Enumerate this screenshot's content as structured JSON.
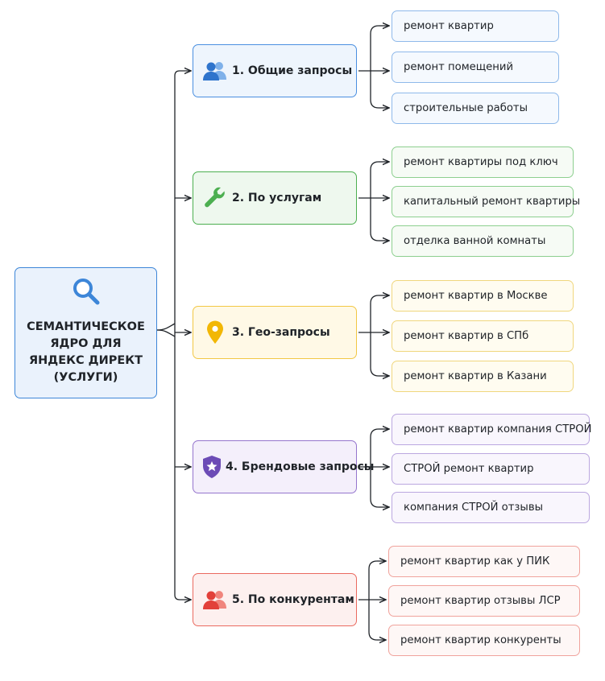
{
  "root": {
    "title": "СЕМАНТИЧЕСКОЕ\nЯДРО ДЛЯ\nЯНДЕКС ДИРЕКТ\n(УСЛУГИ)",
    "icon": "search-icon",
    "color": "#3d86d8"
  },
  "categories": [
    {
      "label": "1. Общие запросы",
      "icon": "users-icon",
      "color": "#3d86d8",
      "items": [
        "ремонт квартир",
        "ремонт помещений",
        "строительные работы"
      ]
    },
    {
      "label": "2. По услугам",
      "icon": "wrench-icon",
      "color": "#4caf50",
      "items": [
        "ремонт квартиры под ключ",
        "капитальный ремонт квартиры",
        "отделка ванной комнаты"
      ]
    },
    {
      "label": "3. Гео-запросы",
      "icon": "map-pin-icon",
      "color": "#f2c744",
      "items": [
        "ремонт квартир в Москве",
        "ремонт квартир в СПб",
        "ремонт квартир в Казани"
      ]
    },
    {
      "label": "4. Брендовые запросы",
      "icon": "shield-star-icon",
      "color": "#7e57c2",
      "items": [
        "ремонт квартир компания СТРОЙ",
        "СТРОЙ ремонт квартир",
        "компания СТРОЙ отзывы"
      ]
    },
    {
      "label": "5. По конкурентам",
      "icon": "competitors-icon",
      "color": "#e8483c",
      "items": [
        "ремонт квартир как у ПИК",
        "ремонт квартир отзывы ЛСР",
        "ремонт квартир конкуренты"
      ]
    }
  ]
}
